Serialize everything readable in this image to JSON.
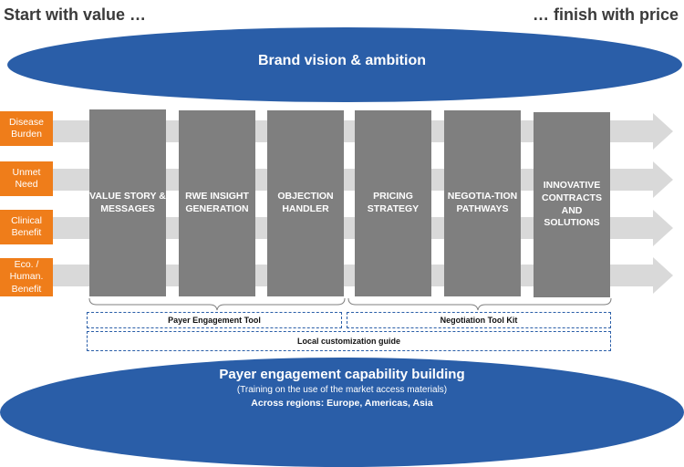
{
  "header": {
    "left": "Start with value …",
    "right": "… finish with price"
  },
  "top_band": {
    "title": "Brand vision & ambition"
  },
  "value_drivers": [
    "Disease Burden",
    "Unmet Need",
    "Clinical Benefit",
    "Eco. / Human. Benefit"
  ],
  "stages": [
    "VALUE STORY & MESSAGES",
    "RWE INSIGHT GENERATION",
    "OBJECTION HANDLER",
    "PRICING STRATEGY",
    "NEGOTIA-TION PATHWAYS",
    "INNOVATIVE CONTRACTS AND SOLUTIONS"
  ],
  "tools": {
    "payer_engagement": "Payer Engagement Tool",
    "negotiation": "Negotiation Tool Kit",
    "local_guide": "Local customization guide"
  },
  "bottom_band": {
    "title": "Payer engagement capability building",
    "subtitle": "(Training on the use of the market access materials)",
    "regions": "Across regions: Europe, Americas, Asia"
  },
  "colors": {
    "band": "#2a5ea8",
    "driver": "#ef7d1a",
    "stage_box": "#7f7f7f",
    "arrow": "#d9d9d9"
  }
}
